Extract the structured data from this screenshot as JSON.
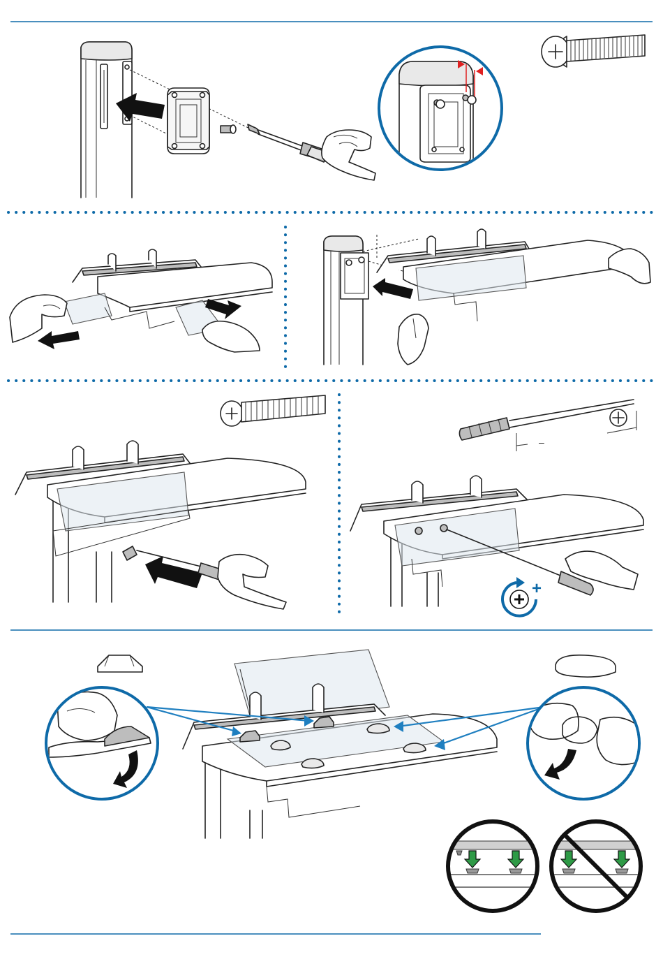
{
  "document": {
    "type": "assembly-instructions",
    "steps": [
      {
        "id": "mount-bracket-to-post",
        "icons": [
          "post",
          "mounting-bracket",
          "screw",
          "screwdriver",
          "hand"
        ]
      },
      {
        "id": "bracket-detail",
        "icons": [
          "zoom-circle",
          "post-top",
          "bracket",
          "clearance-marker"
        ]
      },
      {
        "id": "screw-part",
        "icons": [
          "screw"
        ]
      },
      {
        "id": "open-shelf-hinges",
        "icons": [
          "shelf",
          "hands",
          "pull-arrows"
        ]
      },
      {
        "id": "slide-shelf-onto-bracket",
        "icons": [
          "post",
          "shelf",
          "push-arrow",
          "hands"
        ]
      },
      {
        "id": "insert-screw",
        "icons": [
          "screw",
          "shelf",
          "screwdriver",
          "push-arrow"
        ]
      },
      {
        "id": "tighten-screw",
        "icons": [
          "screwdriver",
          "phillips-tip",
          "rotate-clockwise"
        ]
      },
      {
        "id": "apply-bumpers",
        "icons": [
          "bumper-square",
          "bumper-round",
          "peel-detail",
          "shelf"
        ]
      },
      {
        "id": "correct-placement",
        "icons": [
          "ok-circle",
          "green-arrows"
        ]
      },
      {
        "id": "incorrect-placement",
        "icons": [
          "prohibited-circle",
          "green-arrows"
        ]
      }
    ]
  },
  "colors": {
    "accent": "#0e6aa8",
    "callout": "#1f7fc0",
    "marker_red": "#e02020",
    "indicator_green": "#2e9a46",
    "prohibit": "#111111"
  },
  "labels": {
    "dimension_dash": "–",
    "rotate_plus": "+"
  }
}
